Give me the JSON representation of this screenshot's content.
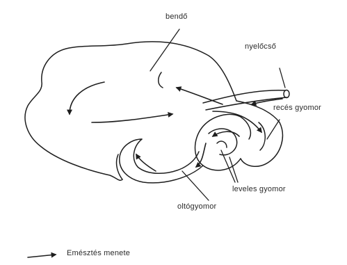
{
  "labels": {
    "rumen": "bendő",
    "esophagus": "nyelőcső",
    "reticulum": "recés gyomor",
    "omasum": "leveles gyomor",
    "abomasum": "oltógyomor"
  },
  "legend": {
    "text": "Emésztés menete"
  }
}
